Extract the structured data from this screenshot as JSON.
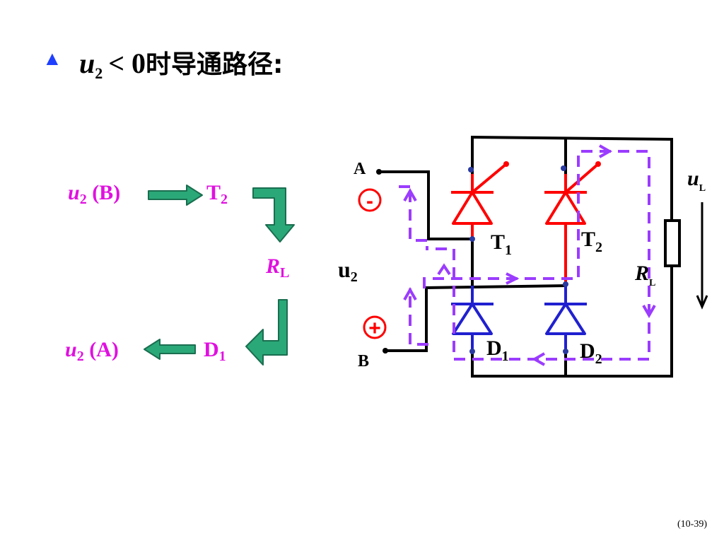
{
  "title": {
    "bullet": "▲",
    "var": "u",
    "sub": "2",
    "rel": "< 0",
    "text": "时导通路径:"
  },
  "flow": {
    "step1": {
      "var": "u",
      "sub": "2",
      "terminal": "(B)"
    },
    "step2": {
      "name": "T",
      "sub": "2"
    },
    "step3": {
      "name": "R",
      "sub": "L"
    },
    "step4": {
      "name": "D",
      "sub": "1"
    },
    "step5": {
      "var": "u",
      "sub": "2",
      "terminal": "(A)"
    }
  },
  "circuit": {
    "node_a": "A",
    "node_b": "B",
    "minus_sign": "-",
    "plus_sign": "+",
    "source": {
      "name": "u",
      "sub": "2"
    },
    "t1": {
      "name": "T",
      "sub": "1"
    },
    "t2": {
      "name": "T",
      "sub": "2"
    },
    "d1": {
      "name": "D",
      "sub": "1"
    },
    "d2": {
      "name": "D",
      "sub": "2"
    },
    "load": {
      "name": "R",
      "sub": "L"
    },
    "output": {
      "name": "u",
      "sub": "L"
    }
  },
  "colors": {
    "thyristor": "#ff0000",
    "diode": "#2020d0",
    "current_path": "#9b3cff",
    "flow_arrow": "#2aa878",
    "highlight": "#e010e0",
    "bullet": "#1f3fff"
  },
  "page_number": "(10-39)"
}
